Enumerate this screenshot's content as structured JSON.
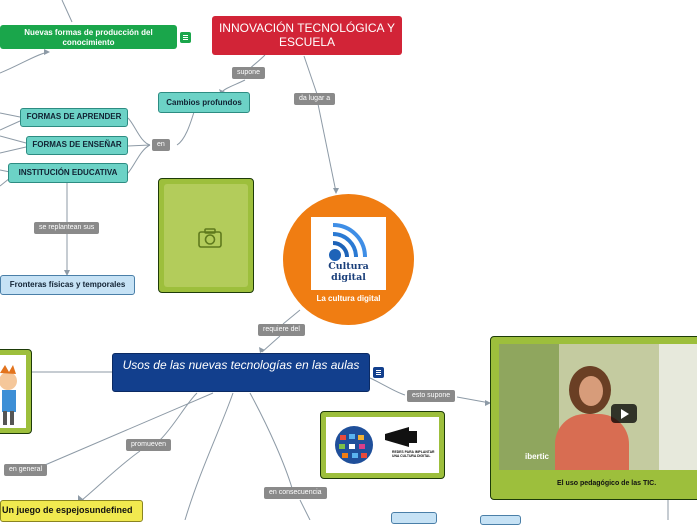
{
  "nodes": {
    "nuevas_formas": "Nuevas formas de producción del conocimiento",
    "innovacion": "INNOVACIÓN TECNOLÓGICA Y ESCUELA",
    "cambios": "Cambios profundos",
    "formas_aprender": "FORMAS DE APRENDER",
    "formas_ensenar": "FORMAS DE ENSEÑAR",
    "institucion": "INSTITUCIÓN EDUCATIVA",
    "fronteras": "Fronteras físicas y temporales",
    "usos": "Usos de las nuevas tecnologías en las aulas",
    "juego": "Un juego de espejosundefined"
  },
  "connectors": {
    "supone": "supone",
    "da_lugar": "da lugar a",
    "en": "en",
    "se_replantean": "se replantean sus",
    "requiere": "requiere del",
    "esto_supone": "esto supone",
    "promueven": "promueven",
    "en_general": "en general",
    "en_consecuencia": "en consecuencia"
  },
  "images": {
    "cultura_logo_text": "Cultura digital",
    "cultura_caption": "La cultura digital",
    "video_caption": "El uso pedagógico de las TIC.",
    "video_brand": "ibertic",
    "poster_text": "REDES PARA IMPLANTAR UNA CULTURA DIGITAL"
  },
  "colors": {
    "green": "#1aa64b",
    "red": "#d22437",
    "teal": "#6cd2c6",
    "navy": "#123f8d",
    "orange": "#f07d12",
    "olive": "#9dbf3c",
    "yellow": "#f1e94f",
    "connector": "#8a8a8a"
  },
  "icons": [
    "note-icon",
    "camera-icon",
    "play-icon",
    "wifi-icon"
  ]
}
